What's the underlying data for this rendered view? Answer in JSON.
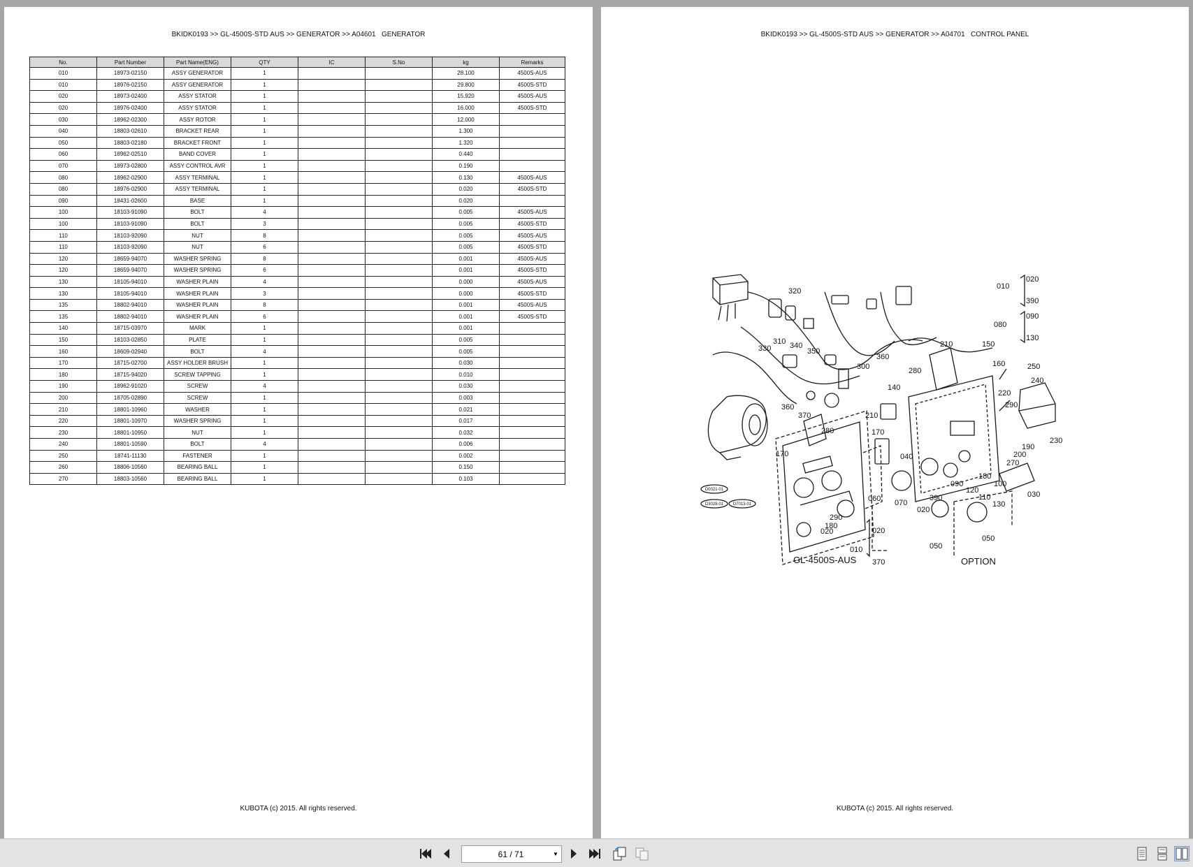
{
  "left_page": {
    "header": "BKIDK0193 >> GL-4500S-STD AUS >> GENERATOR >> A04601   GENERATOR",
    "footer": "KUBOTA (c) 2015. All rights reserved.",
    "table": {
      "columns": [
        "No.",
        "Part Number",
        "Part Name(ENG)",
        "QTY",
        "IC",
        "S.No",
        "kg",
        "Remarks"
      ],
      "rows": [
        [
          "010",
          "18973-02150",
          "ASSY GENERATOR",
          "1",
          "",
          "",
          "28.100",
          "4500S-AUS"
        ],
        [
          "010",
          "18976-02150",
          "ASSY GENERATOR",
          "1",
          "",
          "",
          "29.800",
          "4500S-STD"
        ],
        [
          "020",
          "18973-02400",
          "ASSY STATOR",
          "1",
          "",
          "",
          "15.920",
          "4500S-AUS"
        ],
        [
          "020",
          "18976-02400",
          "ASSY STATOR",
          "1",
          "",
          "",
          "16.000",
          "4500S-STD"
        ],
        [
          "030",
          "18962-02300",
          "ASSY ROTOR",
          "1",
          "",
          "",
          "12.000",
          ""
        ],
        [
          "040",
          "18803-02610",
          "BRACKET REAR",
          "1",
          "",
          "",
          "1.300",
          ""
        ],
        [
          "050",
          "18803-02180",
          "BRACKET FRONT",
          "1",
          "",
          "",
          "1.320",
          ""
        ],
        [
          "060",
          "18962-02510",
          "BAND COVER",
          "1",
          "",
          "",
          "0.440",
          ""
        ],
        [
          "070",
          "18973-02800",
          "ASSY CONTROL AVR",
          "1",
          "",
          "",
          "0.190",
          ""
        ],
        [
          "080",
          "18962-02900",
          "ASSY TERMINAL",
          "1",
          "",
          "",
          "0.130",
          "4500S-AUS"
        ],
        [
          "080",
          "18976-02900",
          "ASSY TERMINAL",
          "1",
          "",
          "",
          "0.020",
          "4500S-STD"
        ],
        [
          "090",
          "18431-02600",
          "BASE",
          "1",
          "",
          "",
          "0.020",
          ""
        ],
        [
          "100",
          "18103-91090",
          "BOLT",
          "4",
          "",
          "",
          "0.005",
          "4500S-AUS"
        ],
        [
          "100",
          "18103-91090",
          "BOLT",
          "3",
          "",
          "",
          "0.005",
          "4500S-STD"
        ],
        [
          "110",
          "18103-92090",
          "NUT",
          "8",
          "",
          "",
          "0.005",
          "4500S-AUS"
        ],
        [
          "110",
          "18103-92090",
          "NUT",
          "6",
          "",
          "",
          "0.005",
          "4500S-STD"
        ],
        [
          "120",
          "18659-94070",
          "WASHER SPRING",
          "8",
          "",
          "",
          "0.001",
          "4500S-AUS"
        ],
        [
          "120",
          "18659-94070",
          "WASHER SPRING",
          "6",
          "",
          "",
          "0.001",
          "4500S-STD"
        ],
        [
          "130",
          "18105-94010",
          "WASHER PLAIN",
          "4",
          "",
          "",
          "0.000",
          "4500S-AUS"
        ],
        [
          "130",
          "18105-94010",
          "WASHER PLAIN",
          "3",
          "",
          "",
          "0.000",
          "4500S-STD"
        ],
        [
          "135",
          "18802-94010",
          "WASHER PLAIN",
          "8",
          "",
          "",
          "0.001",
          "4500S-AUS"
        ],
        [
          "135",
          "18802-94010",
          "WASHER PLAIN",
          "6",
          "",
          "",
          "0.001",
          "4500S-STD"
        ],
        [
          "140",
          "18715-03970",
          "MARK",
          "1",
          "",
          "",
          "0.001",
          ""
        ],
        [
          "150",
          "18103-02850",
          "PLATE",
          "1",
          "",
          "",
          "0.005",
          ""
        ],
        [
          "160",
          "18609-02940",
          "BOLT",
          "4",
          "",
          "",
          "0.005",
          ""
        ],
        [
          "170",
          "18715-02700",
          "ASSY HOLDER BRUSH",
          "1",
          "",
          "",
          "0.030",
          ""
        ],
        [
          "180",
          "18715-94020",
          "SCREW TAPPING",
          "1",
          "",
          "",
          "0.010",
          ""
        ],
        [
          "190",
          "18962-91020",
          "SCREW",
          "4",
          "",
          "",
          "0.030",
          ""
        ],
        [
          "200",
          "18705-02890",
          "SCREW",
          "1",
          "",
          "",
          "0.003",
          ""
        ],
        [
          "210",
          "18801-10960",
          "WASHER",
          "1",
          "",
          "",
          "0.021",
          ""
        ],
        [
          "220",
          "18801-10970",
          "WASHER SPRING",
          "1",
          "",
          "",
          "0.017",
          ""
        ],
        [
          "230",
          "18801-10950",
          "NUT",
          "1",
          "",
          "",
          "0.032",
          ""
        ],
        [
          "240",
          "18801-10590",
          "BOLT",
          "4",
          "",
          "",
          "0.006",
          ""
        ],
        [
          "250",
          "18741-11130",
          "FASTENER",
          "1",
          "",
          "",
          "0.002",
          ""
        ],
        [
          "260",
          "18806-10560",
          "BEARING BALL",
          "1",
          "",
          "",
          "0.150",
          ""
        ],
        [
          "270",
          "18803-10560",
          "BEARING BALL",
          "1",
          "",
          "",
          "0.103",
          ""
        ]
      ]
    }
  },
  "right_page": {
    "header": "BKIDK0193 >> GL-4500S-STD AUS >> GENERATOR >> A04701   CONTROL PANEL",
    "footer": "KUBOTA (c) 2015. All rights reserved.",
    "diagram": {
      "model_label": "GL-4500S-AUS",
      "option_label": "OPTION",
      "callouts": [
        "320",
        "310",
        "340",
        "350",
        "330",
        "360",
        "300",
        "360",
        "370",
        "210",
        "150",
        "160",
        "280",
        "140",
        "210",
        "170",
        "040",
        "280",
        "170",
        "060",
        "070",
        "020",
        "390",
        "090",
        "120",
        "110",
        "130",
        "100",
        "180",
        "030",
        "270",
        "200",
        "190",
        "230",
        "220",
        "240",
        "250",
        "290",
        "290",
        "180",
        "020",
        "050",
        "050",
        "010",
        "020",
        "370",
        "010",
        "020",
        "390",
        "080",
        "090",
        "130"
      ],
      "code_labels": [
        "D0021-01",
        "D3028-01",
        "D7013-01"
      ]
    }
  },
  "toolbar": {
    "page_indicator": "61 / 71",
    "icons": [
      "first-page-icon",
      "previous-page-icon",
      "next-page-icon",
      "last-page-icon",
      "rotate-icon",
      "copy-icon",
      "single-page-view-icon",
      "continuous-view-icon",
      "two-page-view-icon"
    ]
  }
}
